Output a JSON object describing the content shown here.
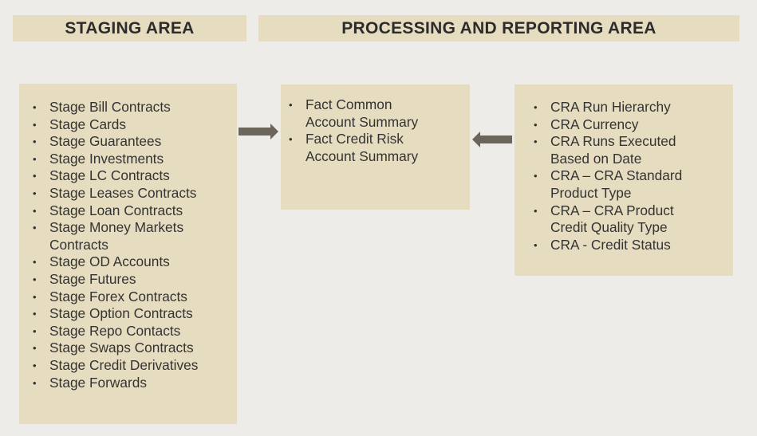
{
  "headers": {
    "staging": "STAGING AREA",
    "processing": "PROCESSING AND REPORTING AREA"
  },
  "staging_items": [
    "Stage Bill Contracts",
    "Stage Cards",
    "Stage Guarantees",
    "Stage Investments",
    "Stage LC Contracts",
    "Stage Leases Contracts",
    "Stage Loan Contracts",
    "Stage Money Markets\nContracts",
    "Stage OD Accounts",
    "Stage Futures",
    "Stage Forex Contracts",
    "Stage Option Contracts",
    "Stage Repo Contacts",
    "Stage Swaps Contracts",
    "Stage Credit Derivatives",
    "Stage Forwards"
  ],
  "fact_items": [
    "Fact Common\nAccount Summary",
    "Fact Credit Risk\nAccount Summary"
  ],
  "cra_items": [
    "CRA Run Hierarchy",
    "CRA Currency",
    "CRA Runs Executed\nBased on Date",
    "CRA – CRA Standard\nProduct Type",
    "CRA – CRA Product\nCredit Quality Type",
    "CRA -  Credit Status"
  ],
  "colors": {
    "box_fill": "#e6dcc0",
    "background": "#eeece9",
    "arrow": "#6b655a"
  }
}
